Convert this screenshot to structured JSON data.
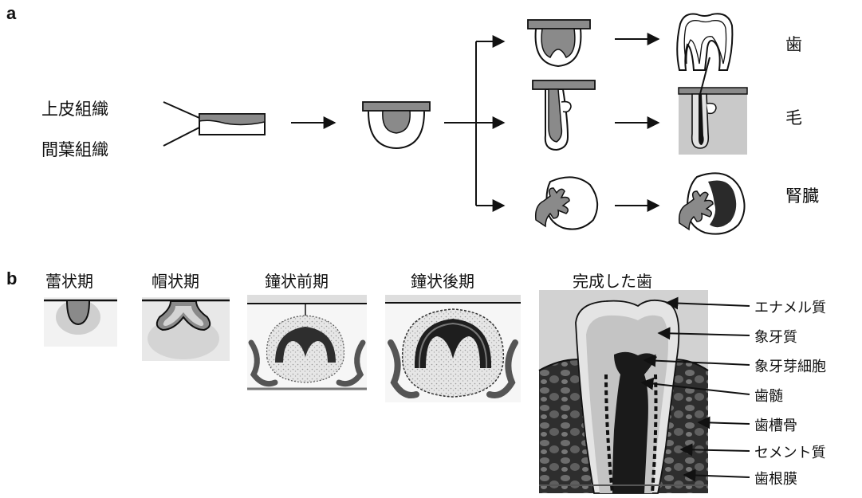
{
  "panel_a": {
    "letter": "a",
    "tissues": [
      "上皮組織",
      "間葉組織"
    ],
    "organs": [
      "歯",
      "毛",
      "腎臓"
    ]
  },
  "panel_b": {
    "letter": "b",
    "stages": [
      "蕾状期",
      "帽状期",
      "鐘状前期",
      "鐘状後期",
      "完成した歯"
    ],
    "tooth_parts": [
      "エナメル質",
      "象牙質",
      "象牙芽細胞",
      "歯髄",
      "歯槽骨",
      "セメント質",
      "歯根膜"
    ]
  },
  "colors": {
    "epithelium": "#8a8a8a",
    "mesenchyme": "#ffffff",
    "outline": "#1a1a1a",
    "stippled_tissue": "#d8d8d8",
    "enamel": "#e6e6e6",
    "bone": "#4a4a4a"
  }
}
